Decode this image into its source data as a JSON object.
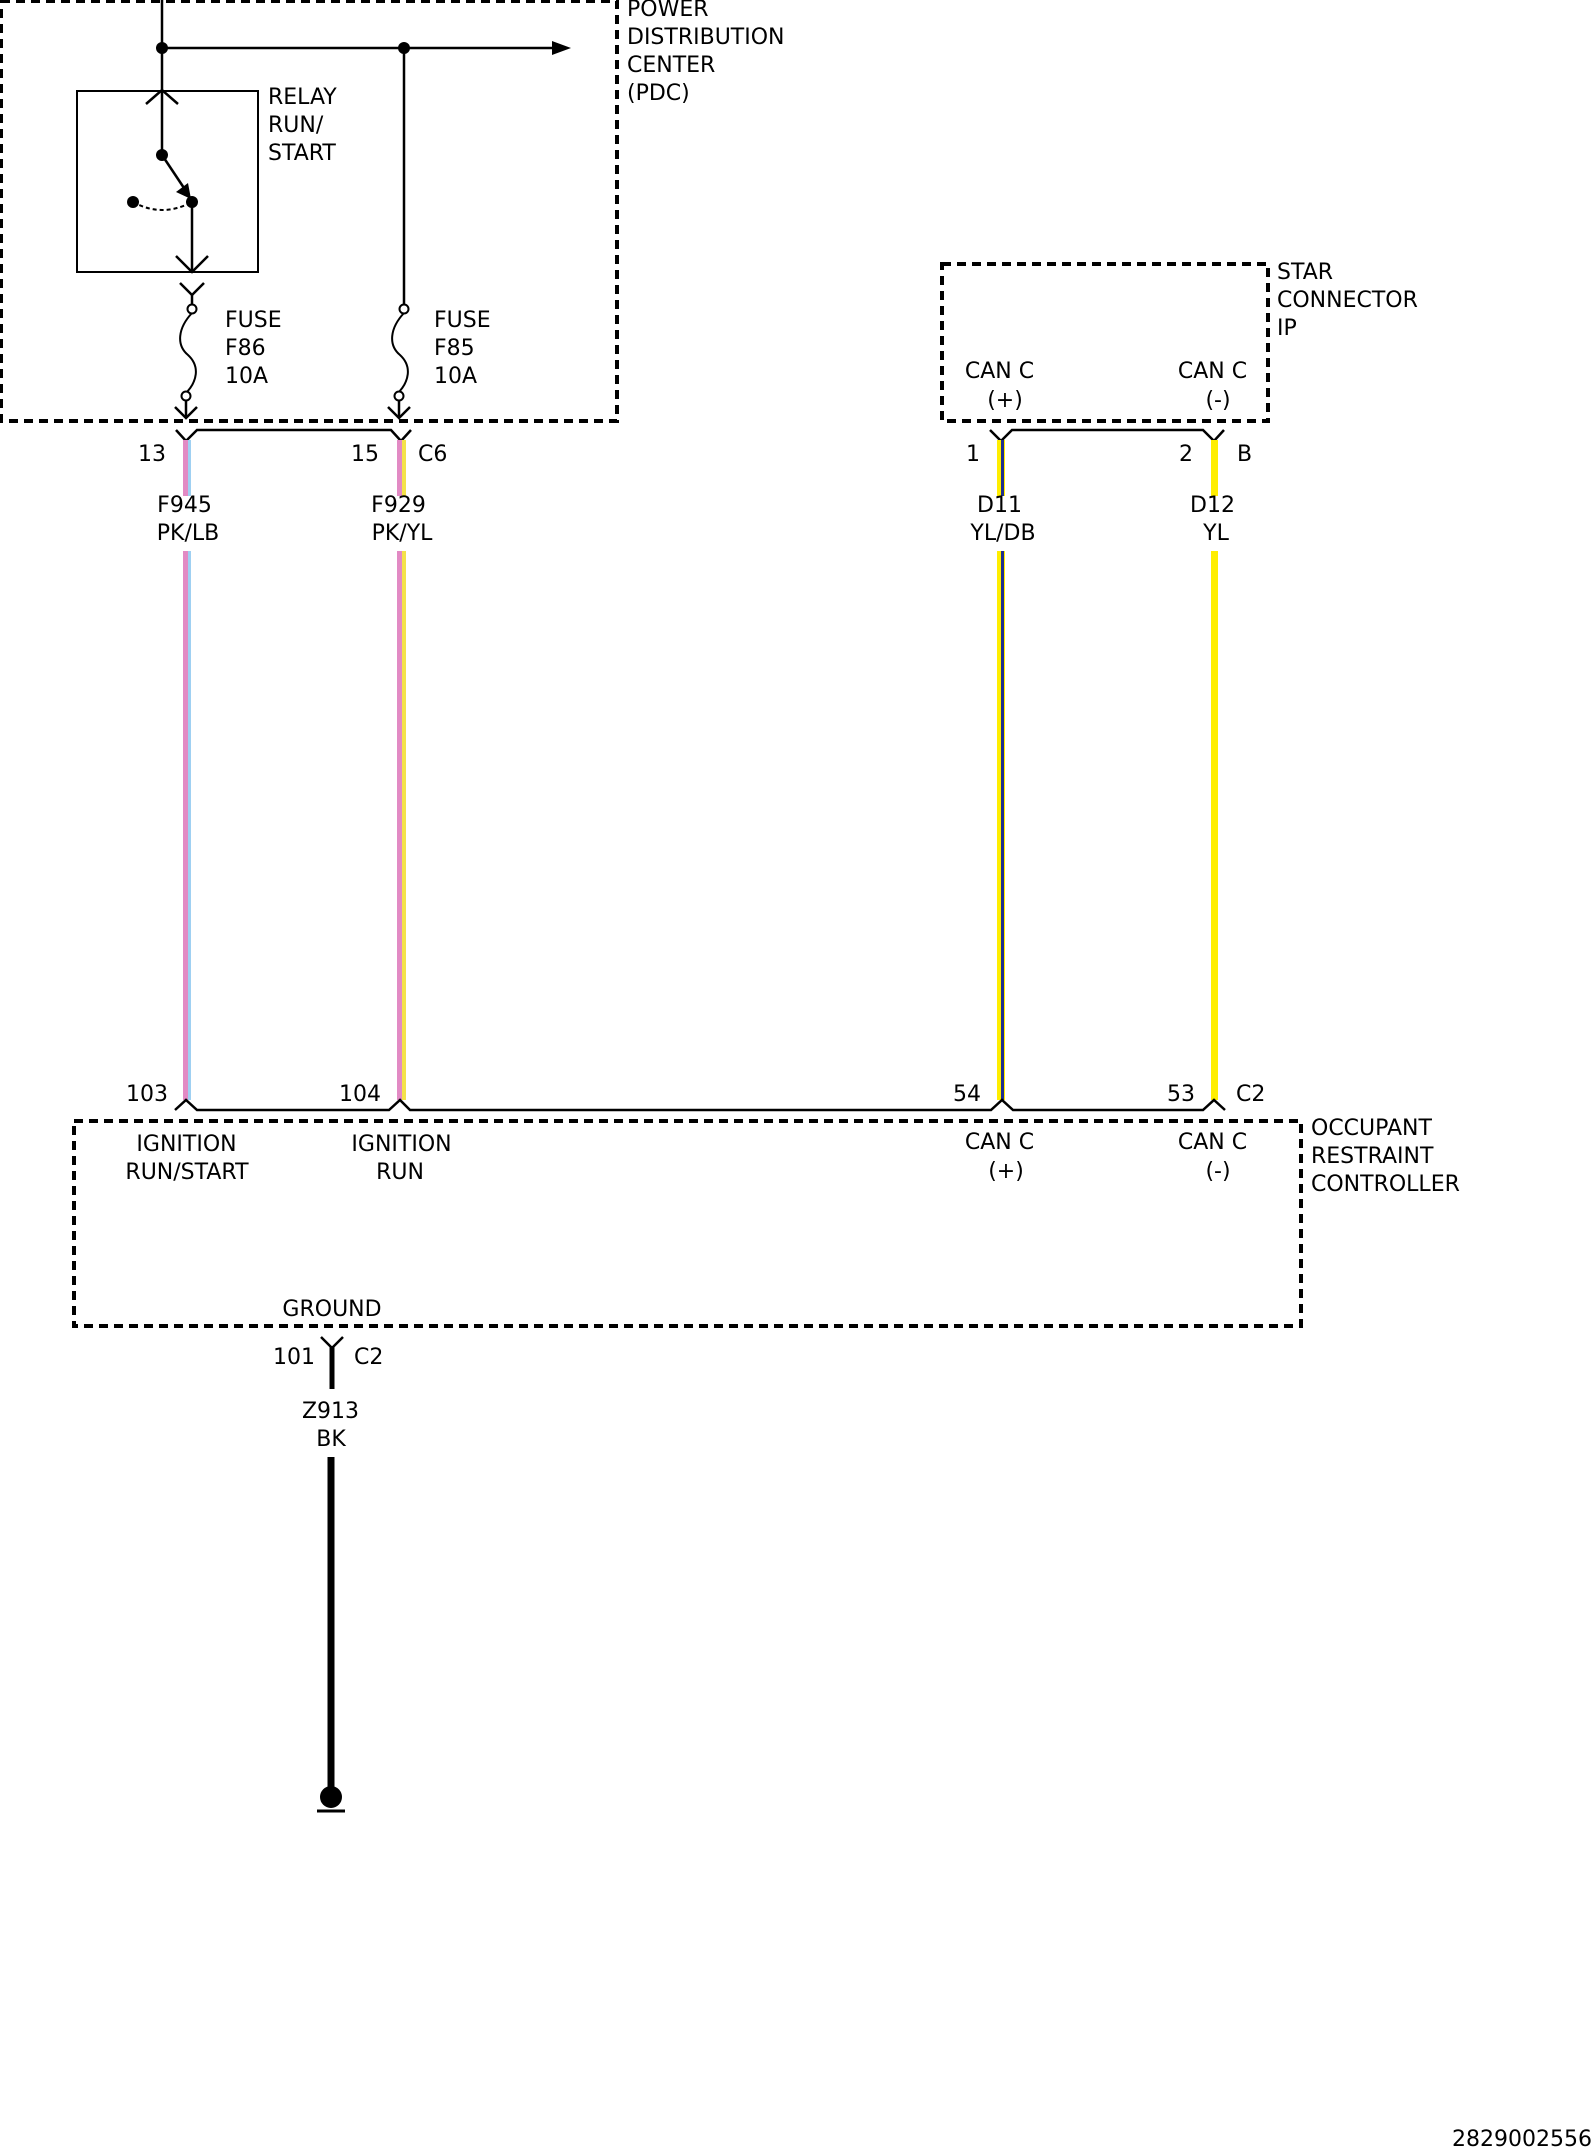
{
  "diagram_id": "2829002556",
  "pdc": {
    "title": [
      "POWER",
      "DISTRIBUTION",
      "CENTER",
      "(PDC)"
    ],
    "relay_label": [
      "RELAY",
      "RUN/",
      "START"
    ],
    "fuse_f86": [
      "FUSE",
      "F86",
      "10A"
    ],
    "fuse_f85": [
      "FUSE",
      "F85",
      "10A"
    ]
  },
  "star_connector": {
    "title": [
      "STAR",
      "CONNECTOR",
      "IP"
    ],
    "pin_pos": [
      "CAN C",
      "(+)"
    ],
    "pin_neg": [
      "CAN C",
      "(-)"
    ]
  },
  "orc": {
    "title": [
      "OCCUPANT",
      "RESTRAINT",
      "CONTROLLER"
    ],
    "pin_ign_runstart": [
      "IGNITION",
      "RUN/START"
    ],
    "pin_ign_run": [
      "IGNITION",
      "RUN"
    ],
    "pin_can_pos": [
      "CAN C",
      "(+)"
    ],
    "pin_can_neg": [
      "CAN C",
      "(-)"
    ],
    "pin_ground": "GROUND"
  },
  "connectors": {
    "c6_name": "C6",
    "c6_pin_13": "13",
    "c6_pin_15": "15",
    "b_name": "B",
    "b_pin_1": "1",
    "b_pin_2": "2",
    "c2_name": "C2",
    "c2_pin_103": "103",
    "c2_pin_104": "104",
    "c2_pin_54": "54",
    "c2_pin_53": "53",
    "ground_pin": "101",
    "ground_conn": "C2"
  },
  "wires": [
    {
      "id": "F945",
      "color_code": "PK/LB",
      "colors": [
        "#e28ac4",
        "#9fd0f2"
      ]
    },
    {
      "id": "F929",
      "color_code": "PK/YL",
      "colors": [
        "#e28ac4",
        "#f4e24a"
      ]
    },
    {
      "id": "D11",
      "color_code": "YL/DB",
      "colors": [
        "#ffee00",
        "#1f2e8f"
      ]
    },
    {
      "id": "D12",
      "color_code": "YL",
      "colors": [
        "#ffee00"
      ]
    },
    {
      "id": "Z913",
      "color_code": "BK",
      "colors": [
        "#000000"
      ]
    }
  ]
}
